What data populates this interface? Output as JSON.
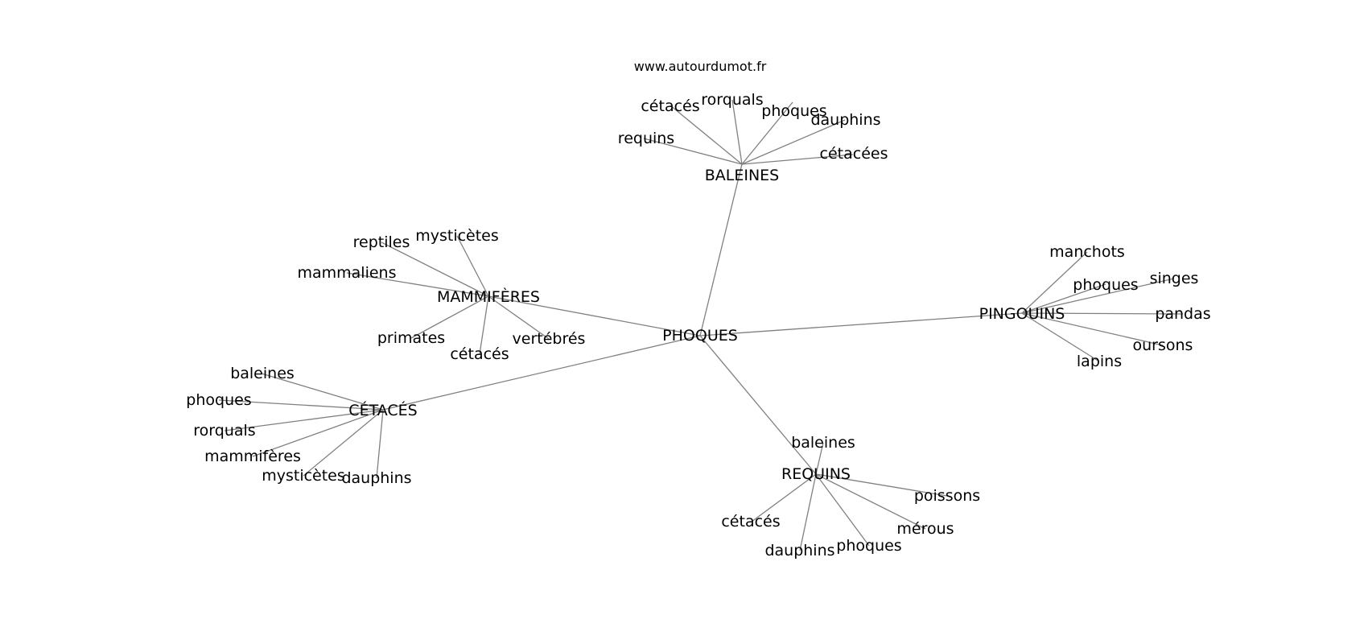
{
  "site": "www.autourdumot.fr",
  "center": "PHOQUES",
  "clusters": [
    {
      "hub": "BALEINES",
      "words": [
        "requins",
        "cétacés",
        "rorquals",
        "phoques",
        "dauphins",
        "cétacées"
      ]
    },
    {
      "hub": "MAMMIFÈRES",
      "words": [
        "reptiles",
        "mysticètes",
        "mammaliens",
        "primates",
        "cétacés",
        "vertébrés"
      ]
    },
    {
      "hub": "PINGOUINS",
      "words": [
        "manchots",
        "phoques",
        "singes",
        "pandas",
        "oursons",
        "lapins"
      ]
    },
    {
      "hub": "CÉTACÉS",
      "words": [
        "baleines",
        "phoques",
        "rorquals",
        "mammifères",
        "mysticètes",
        "dauphins"
      ]
    },
    {
      "hub": "REQUINS",
      "words": [
        "baleines",
        "poissons",
        "mérous",
        "phoques",
        "dauphins",
        "cétacés"
      ]
    }
  ]
}
